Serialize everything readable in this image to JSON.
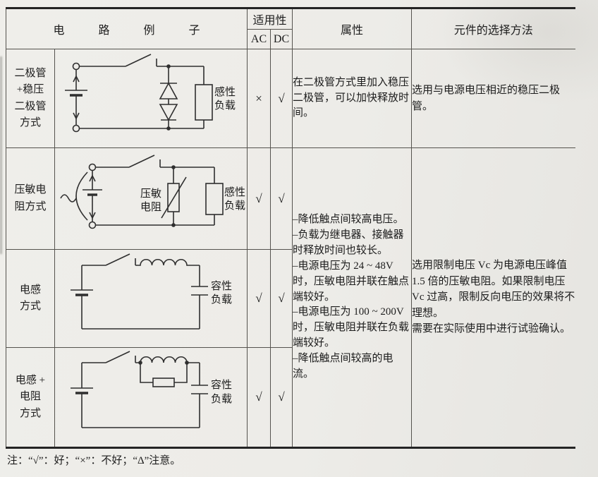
{
  "colors": {
    "background": "#edece8",
    "line": "#2f2f2f",
    "border": "#55534e",
    "text": "#1c1c1c"
  },
  "table": {
    "header": {
      "circuit_examples": "电路例子",
      "applicability": "适用性",
      "ac": "AC",
      "dc": "DC",
      "attributes": "属性",
      "selection_method": "元件的选择方法"
    },
    "rows": [
      {
        "label": "二极管\n+稳压\n二极管\n方式",
        "ac": "×",
        "dc": "√",
        "circuit_labels": {
          "load": "感性\n负载"
        },
        "attribute": "在二极管方式里加入稳压二极管，可以加快释放时间。",
        "selection": "选用与电源电压相近的稳压二极管。"
      },
      {
        "label": "压敏电\n阻方式",
        "ac": "√",
        "dc": "√",
        "circuit_labels": {
          "varistor": "压敏\n电阻",
          "load": "感性\n负载"
        }
      },
      {
        "label": "电感\n方式",
        "ac": "√",
        "dc": "√",
        "circuit_labels": {
          "load": "容性\n负载"
        }
      },
      {
        "label": "电感 +\n电阻\n方式",
        "ac": "√",
        "dc": "√",
        "circuit_labels": {
          "load": "容性\n负载"
        }
      }
    ],
    "merged": {
      "attribute_items": [
        "–降低触点间较高电压。",
        "–负载为继电器、接触器时释放时间也较长。",
        "–电源电压为 24 ~ 48V 时，压敏电阻并联在触点端较好。",
        "–电源电压为 100 ~ 200V 时，压敏电阻并联在负载端较好。",
        "–降低触点间较高的电流。"
      ],
      "selection_paragraphs": [
        "选用限制电压 Vc 为电源电压峰值 1.5 倍的压敏电阻。如果限制电压 Vc 过高，限制反向电压的效果将不理想。",
        "需要在实际使用中进行试验确认。"
      ]
    }
  },
  "footnote": "注：“√”：好；“×”：不好；“Δ”注意。"
}
